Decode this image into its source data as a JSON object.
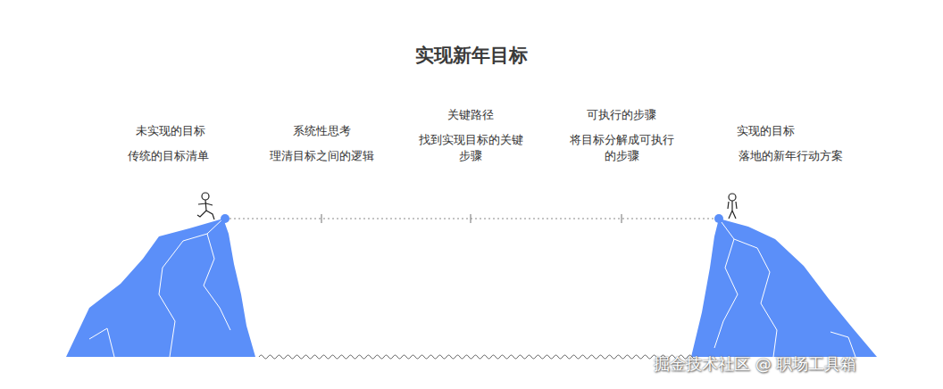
{
  "diagram": {
    "title": "实现新年目标",
    "labels": [
      "未实现的目标",
      "传统的目标清单",
      "系统性思考",
      "理清目标之间的逻辑",
      "关键路径",
      "找到实现目标的关键步骤",
      "可执行的步骤",
      "将目标分解成可执行的步骤",
      "实现的目标",
      "落地的新年行动方案",
      "掘金技术社区 @ 职场工具箱"
    ]
  }
}
